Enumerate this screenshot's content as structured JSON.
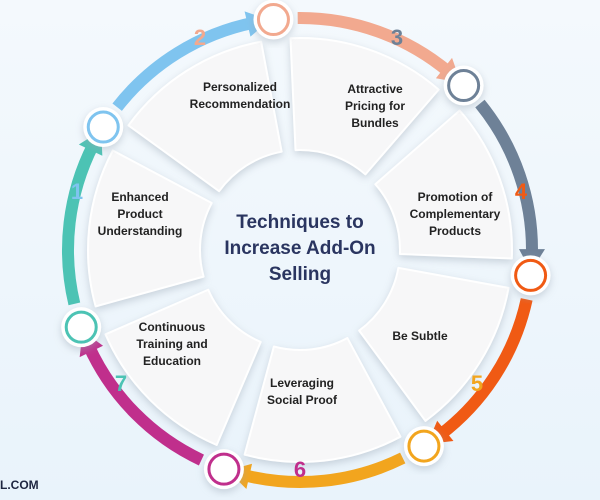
{
  "center_title": "Techniques to Increase Add-On Selling",
  "footer_text": "L.COM",
  "steps": [
    {
      "number": "1",
      "label": "Enhanced Product Understanding",
      "color": "#7fc4ef"
    },
    {
      "number": "2",
      "label": "Personalized Recommendation",
      "color": "#f2a98f"
    },
    {
      "number": "3",
      "label": "Attractive Pricing for Bundles",
      "color": "#6e8197"
    },
    {
      "number": "4",
      "label": "Promotion of Complementary Products",
      "color": "#f05a14"
    },
    {
      "number": "5",
      "label": "Be Subtle",
      "color": "#f2a51e"
    },
    {
      "number": "6",
      "label": "Leveraging Social Proof",
      "color": "#c02f8c"
    },
    {
      "number": "7",
      "label": "Continuous Training and Education",
      "color": "#4cc3b4"
    }
  ]
}
